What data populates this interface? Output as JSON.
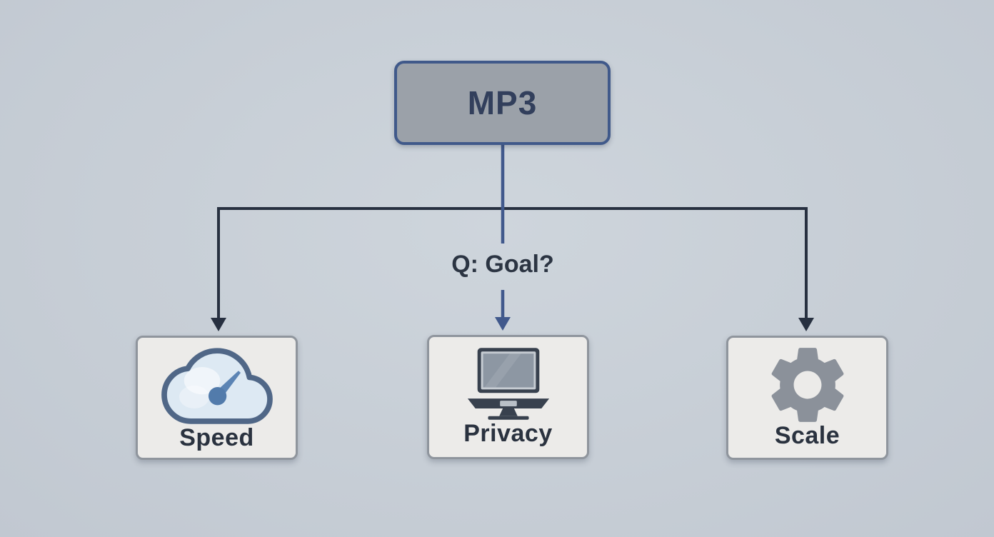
{
  "diagram": {
    "root": {
      "label": "MP3"
    },
    "question": {
      "label": "Q: Goal?"
    },
    "children": [
      {
        "label": "Speed",
        "icon": "cloud-speed-icon"
      },
      {
        "label": "Privacy",
        "icon": "monitor-icon"
      },
      {
        "label": "Scale",
        "icon": "gear-icon"
      }
    ],
    "colors": {
      "background": "#c7ced6",
      "root_fill": "#9ba1a9",
      "root_border": "#40598a",
      "root_text": "#323f5c",
      "connector_dark": "#273040",
      "connector_blue": "#41598c",
      "child_fill": "#ecebe9",
      "child_border": "#8f959d",
      "label_text": "#2a323f",
      "cloud_fill": "#dde9f3",
      "cloud_outline": "#506787",
      "needle_blue": "#5b84b4",
      "monitor_dark": "#38414e",
      "monitor_screen": "#8d97a3",
      "gear_gray": "#8b919a"
    }
  }
}
